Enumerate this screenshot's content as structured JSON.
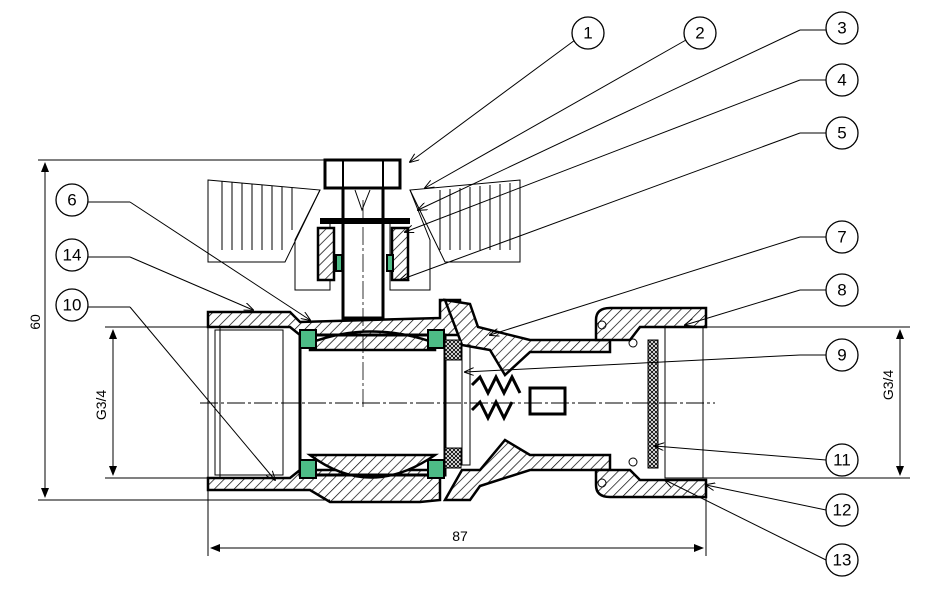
{
  "title": "Ball valve with check valve and union — sectional drawing",
  "callouts": [
    "1",
    "2",
    "3",
    "4",
    "5",
    "6",
    "7",
    "8",
    "9",
    "10",
    "11",
    "12",
    "13",
    "14"
  ],
  "dimensions": {
    "height": "60",
    "length": "87",
    "thread_left": "G3/4",
    "thread_right": "G3/4"
  },
  "colors": {
    "seal": "#4dbb86",
    "line": "#000000"
  }
}
